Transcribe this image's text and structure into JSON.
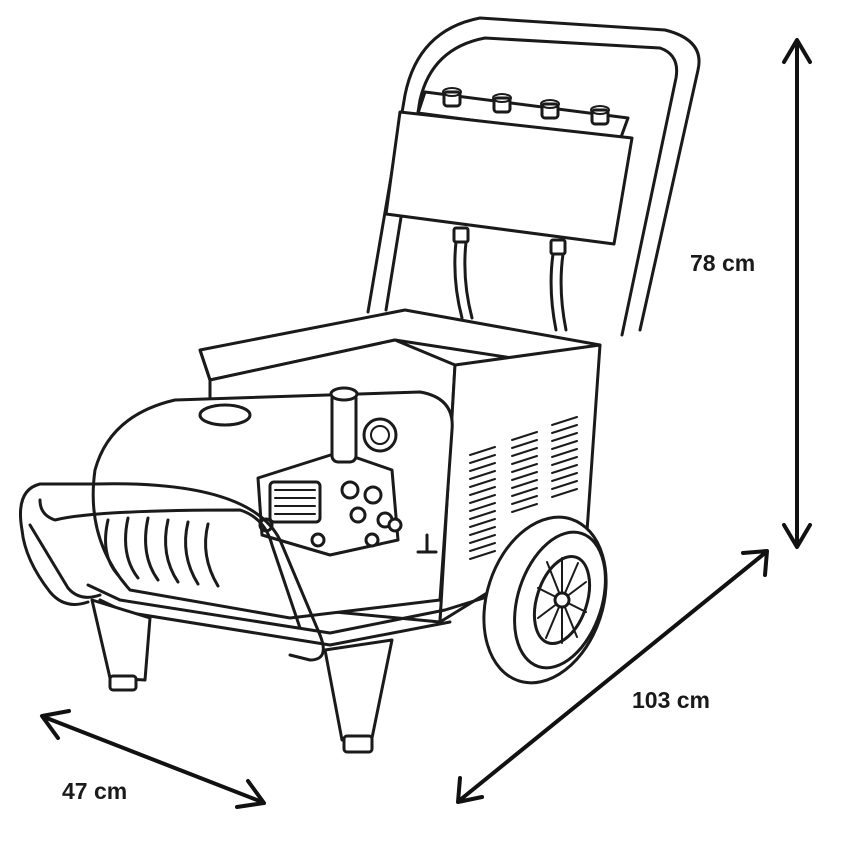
{
  "dimensions": {
    "height": "78 cm",
    "length": "103 cm",
    "width": "47 cm"
  }
}
